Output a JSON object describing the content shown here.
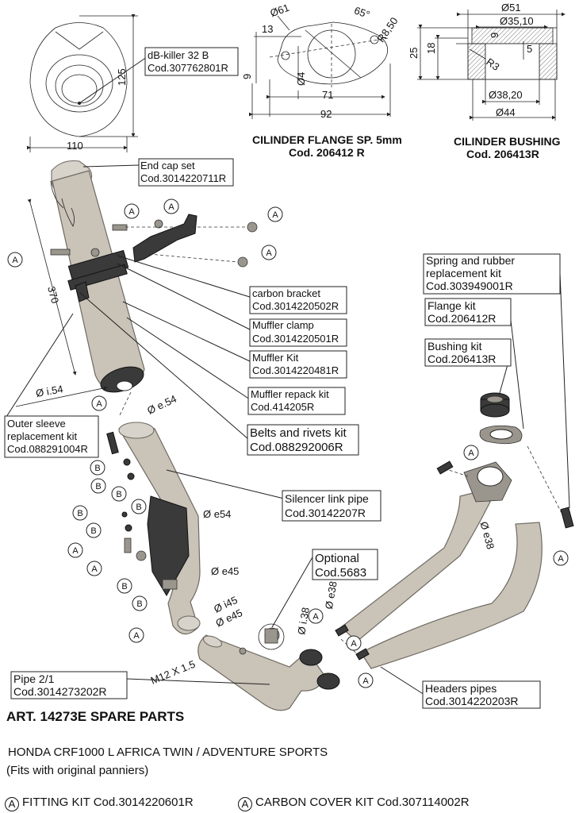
{
  "dbkiller": {
    "label": "dB-killer 32 B",
    "code": "Cod.307762801R",
    "dim_height": "125",
    "dim_width": "110"
  },
  "flange": {
    "title": "CILINDER FLANGE SP. 5mm",
    "code": "Cod. 206412 R",
    "d61": "Ø61",
    "angle": "65°",
    "r": "R8,50",
    "d13": "13",
    "d9": "9",
    "d4": "Ø4",
    "d71": "71",
    "d92": "92"
  },
  "bushing": {
    "title": "CILINDER BUSHING",
    "code": "Cod. 206413R",
    "d51": "Ø51",
    "d35": "Ø35,10",
    "d25": "25",
    "d18": "18",
    "d9": "9",
    "d5": "5",
    "r3": "R3",
    "d38": "Ø38,20",
    "d44": "Ø44"
  },
  "parts": {
    "endcap": [
      "End cap set",
      "Cod.3014220711R"
    ],
    "carbon_bracket": [
      "carbon bracket",
      "Cod.3014220502R"
    ],
    "muffler_clamp": [
      "Muffler clamp",
      "Cod.3014220501R"
    ],
    "muffler_kit": [
      "Muffler Kit",
      "Cod.3014220481R"
    ],
    "repack": [
      "Muffler repack kit",
      "Cod.414205R"
    ],
    "belts": [
      "Belts and rivets kit",
      "Cod.088292006R"
    ],
    "outer_sleeve": [
      "Outer sleeve",
      "replacement kit",
      "Cod.088291004R"
    ],
    "silencer_link": [
      "Silencer link pipe",
      "Cod.30142207R"
    ],
    "optional": [
      "Optional",
      "Cod.5683"
    ],
    "spring": [
      "Spring and rubber",
      "replacement kit",
      "Cod.303949001R"
    ],
    "flange_kit": [
      "Flange kit",
      "Cod.206412R"
    ],
    "bushing_kit": [
      "Bushing kit",
      "Cod.206413R"
    ],
    "headers": [
      "Headers pipes",
      "Cod.3014220203R"
    ],
    "pipe21": [
      "Pipe 2/1",
      "Cod.3014273202R"
    ]
  },
  "dims": {
    "muffler_len": "370",
    "d154": "Ø i.54",
    "e54a": "Ø e.54",
    "e54b": "Ø e54",
    "e45a": "Ø e45",
    "i45": "Ø i45",
    "e45b": "Ø e45",
    "m12": "M12 X 1.5",
    "i38": "Ø i.38",
    "e38a": "Ø e38",
    "e38b": "Ø e38"
  },
  "callouts": {
    "a": "A",
    "b": "B"
  },
  "footer": {
    "art": "ART. 14273E SPARE PARTS",
    "model": "HONDA CRF1000 L AFRICA TWIN / ADVENTURE SPORTS",
    "fits": "(Fits with original panniers)",
    "fitting_kit": "FITTING KIT Cod.3014220601R",
    "carbon_kit": "CARBON COVER KIT Cod.307114002R"
  },
  "colors": {
    "metal": "#c9c3b8",
    "carbon": "#3a3a3a",
    "ink": "#111111"
  }
}
